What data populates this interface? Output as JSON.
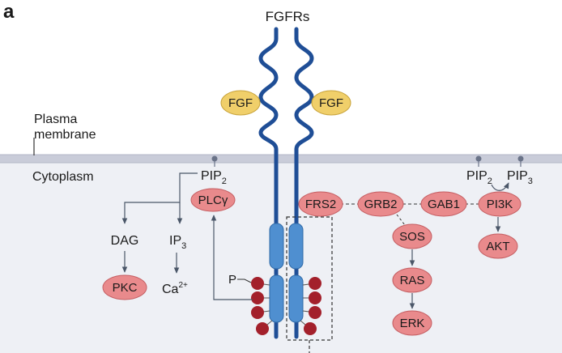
{
  "panel_letter": "a",
  "receptor_label": "FGFRs",
  "ligand_labels": [
    "FGF",
    "FGF"
  ],
  "membrane_label_line1": "Plasma",
  "membrane_label_line2": "membrane",
  "cytoplasm_label": "Cytoplasm",
  "phospho_label": "P",
  "left_pathway": {
    "pip2_main": "PIP",
    "pip2_sub": "2",
    "plcg": "PLCγ",
    "dag": "DAG",
    "ip3_main": "IP",
    "ip3_sub": "3",
    "pkc": "PKC",
    "ca_main": "Ca",
    "ca_sup": "2+"
  },
  "right_pathway": {
    "frs2": "FRS2",
    "grb2": "GRB2",
    "gab1": "GAB1",
    "pi3k": "PI3K",
    "akt": "AKT",
    "sos": "SOS",
    "ras": "RAS",
    "erk": "ERK",
    "pip2_main": "PIP",
    "pip2_sub": "2",
    "pip3_main": "PIP",
    "pip3_sub": "3"
  },
  "colors": {
    "membrane": "#c9ccd9",
    "cytoplasm": "#eef0f5",
    "receptor": "#1f4e96",
    "tk_domain": "#4f8fd0",
    "fgf_fill": "#f0cf6a",
    "protein_fill": "#e98a8c",
    "phospho_fill": "#a3202b",
    "arrow": "#4a5668"
  }
}
